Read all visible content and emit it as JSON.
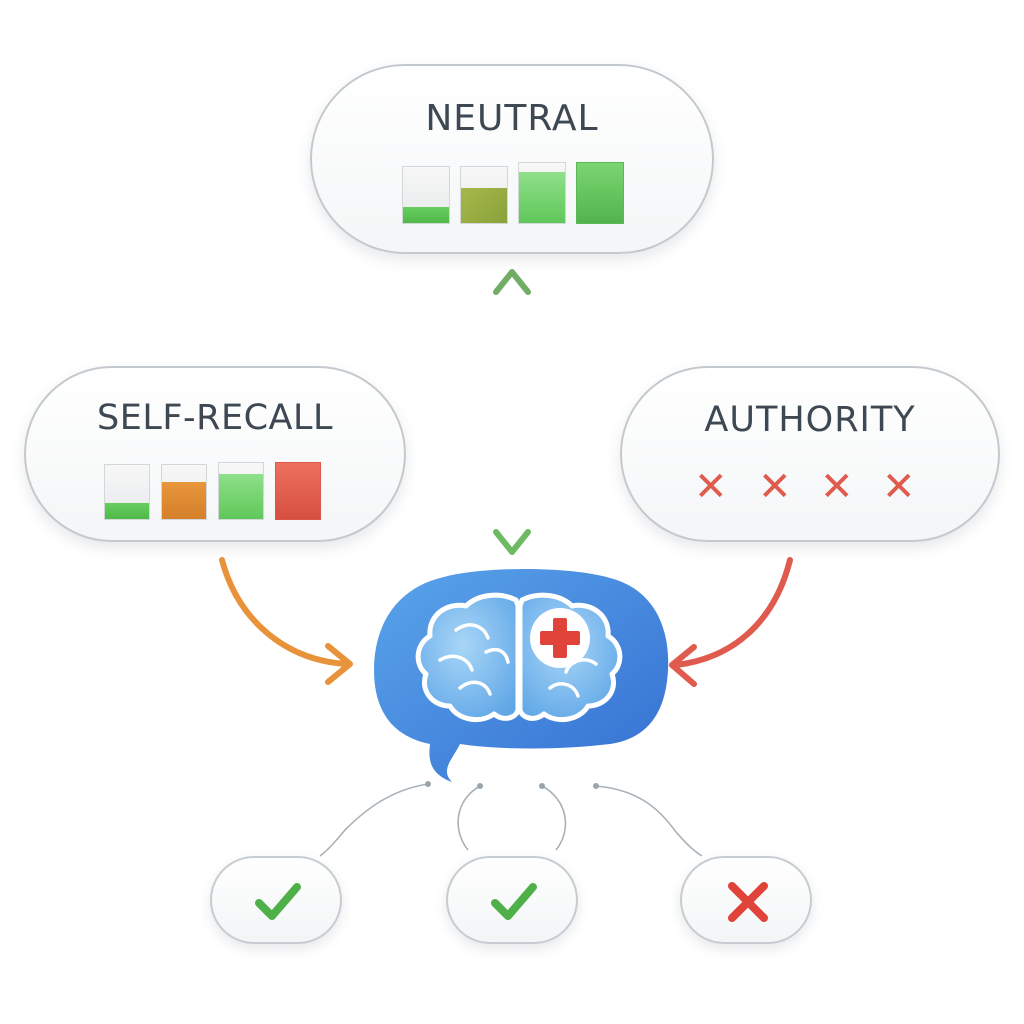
{
  "nodes": {
    "neutral": {
      "label": "NEUTRAL",
      "bars": [
        0.28,
        0.62,
        0.85,
        1.0
      ]
    },
    "self_recall": {
      "label": "SELF-RECALL",
      "bars": [
        0.3,
        0.68,
        0.8,
        1.0
      ]
    },
    "authority": {
      "label": "AUTHORITY",
      "marks": [
        "✕",
        "✕",
        "✕",
        "✕"
      ]
    }
  },
  "center": {
    "icon": "brain-medical-chat-icon"
  },
  "results": [
    {
      "icon": "check-icon",
      "status": "correct"
    },
    {
      "icon": "check-icon",
      "status": "correct"
    },
    {
      "icon": "cross-icon",
      "status": "incorrect"
    }
  ],
  "colors": {
    "green": "#5cb85c",
    "orange": "#e8923a",
    "red": "#e05a4e",
    "blue": "#3f7fd8",
    "olive": "#9aab3e"
  }
}
